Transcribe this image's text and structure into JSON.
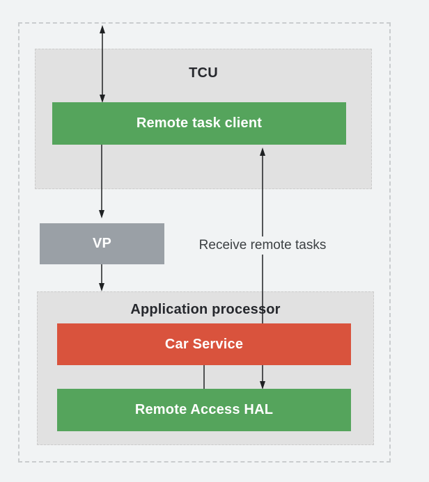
{
  "colors": {
    "page_bg": "#F1F3F4",
    "container_bg": "#E1E1E1",
    "container_border": "#CBCBCB",
    "outer_border": "#C9CCCE",
    "green": "#55A45C",
    "red": "#D9533D",
    "gray": "#9AA0A6",
    "line": "#1F2123",
    "heading_text": "#26282D",
    "label_text": "#3C4043",
    "box_text": "#FFFFFF"
  },
  "diagram": {
    "tcu": {
      "title": "TCU",
      "client_label": "Remote task client"
    },
    "vp_label": "VP",
    "app": {
      "title": "Application processor",
      "car_service_label": "Car Service",
      "hal_label": "Remote Access HAL"
    },
    "arrow_label": "Receive remote tasks"
  }
}
